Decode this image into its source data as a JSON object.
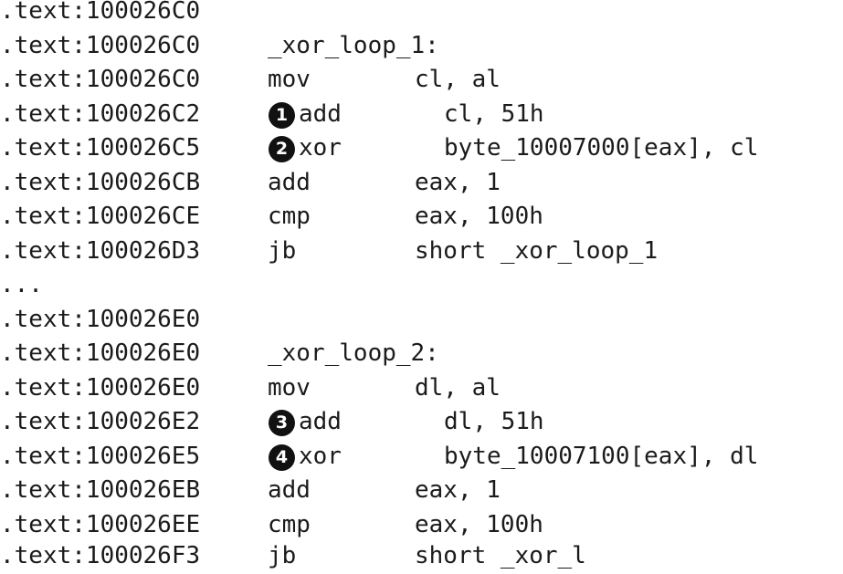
{
  "lines": [
    {
      "address": ".text:100026C0"
    },
    {
      "address": ".text:100026C0",
      "label": "_xor_loop_1:"
    },
    {
      "address": ".text:100026C0",
      "mnemonic": "mov",
      "operands": "cl, al"
    },
    {
      "address": ".text:100026C2",
      "marker": "1",
      "mnemonic": "add",
      "operands": "cl, 51h"
    },
    {
      "address": ".text:100026C5",
      "marker": "2",
      "mnemonic": "xor",
      "operands": "byte_10007000[eax], cl"
    },
    {
      "address": ".text:100026CB",
      "mnemonic": "add",
      "operands": "eax, 1"
    },
    {
      "address": ".text:100026CE",
      "mnemonic": "cmp",
      "operands": "eax, 100h"
    },
    {
      "address": ".text:100026D3",
      "mnemonic": "jb",
      "operands": "short _xor_loop_1"
    },
    {
      "ellipsis": "..."
    },
    {
      "address": ".text:100026E0"
    },
    {
      "address": ".text:100026E0",
      "label": "_xor_loop_2:"
    },
    {
      "address": ".text:100026E0",
      "mnemonic": "mov",
      "operands": "dl, al"
    },
    {
      "address": ".text:100026E2",
      "marker": "3",
      "mnemonic": "add",
      "operands": "dl, 51h"
    },
    {
      "address": ".text:100026E5",
      "marker": "4",
      "mnemonic": "xor",
      "operands": "byte_10007100[eax], dl"
    },
    {
      "address": ".text:100026EB",
      "mnemonic": "add",
      "operands": "eax, 1"
    },
    {
      "address": ".text:100026EE",
      "mnemonic": "cmp",
      "operands": "eax, 100h"
    },
    {
      "address": ".text:100026F3",
      "mnemonic": "jb",
      "operands": "short _xor_l"
    }
  ]
}
